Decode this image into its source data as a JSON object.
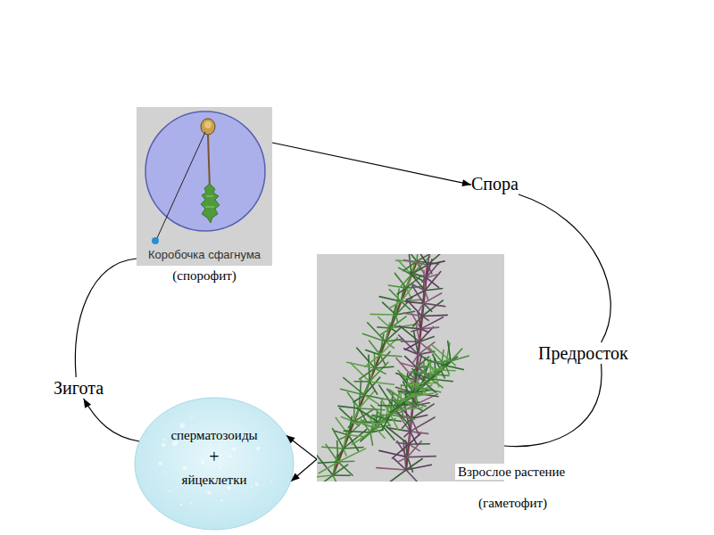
{
  "diagram": {
    "nodes": [
      {
        "text": [
          "Коробочка сфагнума",
          "(спорофит)"
        ]
      },
      {
        "text": [
          "Спора"
        ]
      },
      {
        "text": [
          "Предросток"
        ]
      },
      {
        "text": [
          "Зигота"
        ]
      },
      {
        "text": [
          "Взрослое растение",
          "(гаметофит)"
        ]
      },
      {
        "text": [
          "сперматозоиды",
          "+",
          "яйцеклетки"
        ]
      }
    ],
    "edges": [
      {
        "from": 0,
        "to": 1,
        "arrow": "to"
      },
      {
        "from": 1,
        "to": 2,
        "arrow": "none"
      },
      {
        "from": 2,
        "to": 4,
        "arrow": "none"
      },
      {
        "from": 4,
        "to": 5,
        "arrow": "to"
      },
      {
        "from": 4,
        "to": 5,
        "arrow": "to"
      },
      {
        "from": 5,
        "to": 3,
        "arrow": "to"
      },
      {
        "from": 3,
        "to": 0,
        "arrow": "none"
      }
    ]
  }
}
